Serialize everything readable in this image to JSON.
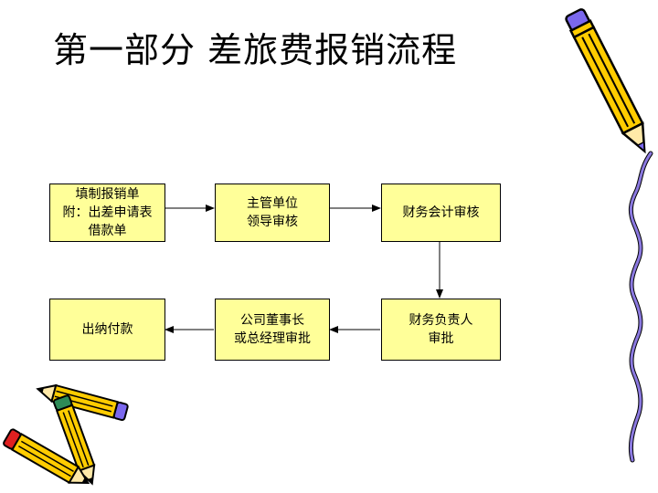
{
  "title": "第一部分 差旅费报销流程",
  "colors": {
    "box_fill": "#ffff99",
    "box_border": "#000000",
    "arrow": "#000000",
    "pencil_body": "#ffcc00",
    "pencil_eraser": "#7b68ee",
    "wavy_line": "#8b79e0"
  },
  "steps": {
    "fill_form": {
      "lines": [
        "填制报销单",
        "附：出差申请表",
        "借款单"
      ]
    },
    "supervisor": {
      "lines": [
        "主管单位",
        "领导审核"
      ]
    },
    "accountant": {
      "lines": [
        "财务会计审核"
      ]
    },
    "finance_head": {
      "lines": [
        "财务负责人",
        "审批"
      ]
    },
    "chairman": {
      "lines": [
        "公司董事长",
        "或总经理审批"
      ]
    },
    "cashier": {
      "lines": [
        "出纳付款"
      ]
    }
  },
  "decorations": {
    "top_right": "pencil-icon",
    "bottom_left": "pencils-icon",
    "right_edge": "wavy-line"
  }
}
